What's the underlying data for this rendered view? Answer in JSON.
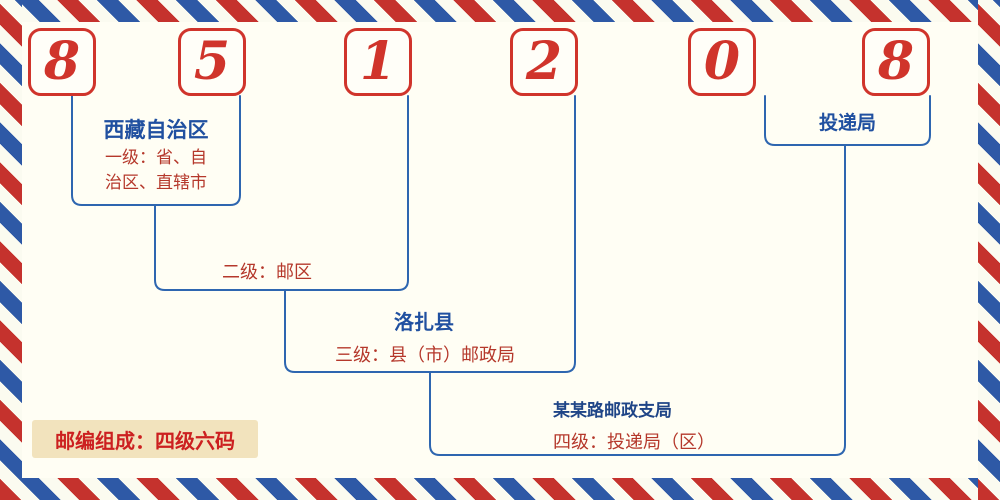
{
  "postal_code": {
    "digits": [
      "8",
      "5",
      "1",
      "2",
      "0",
      "8"
    ]
  },
  "labels": {
    "level1_region": "西藏自治区",
    "level1": "一级：省、自治区、直辖市",
    "level2": "二级：邮区",
    "level3_name": "洛扎县",
    "level3": "三级：县（市）邮政局",
    "level4_name": "某某路邮政支局",
    "level4": "四级：投递局（区）",
    "delivery_office": "投递局",
    "composition": "邮编组成：四级六码"
  },
  "colors": {
    "digit_red": "#d0342b",
    "stripe_red": "#c5322d",
    "stripe_blue": "#2e59a6",
    "line_blue": "#2e66b0",
    "text_blue": "#2050a0",
    "text_navy": "#1f4587",
    "text_red": "#b5382b",
    "badge_bg": "#f2e3bd",
    "badge_red": "#cc2020",
    "background": "#fffef4"
  }
}
